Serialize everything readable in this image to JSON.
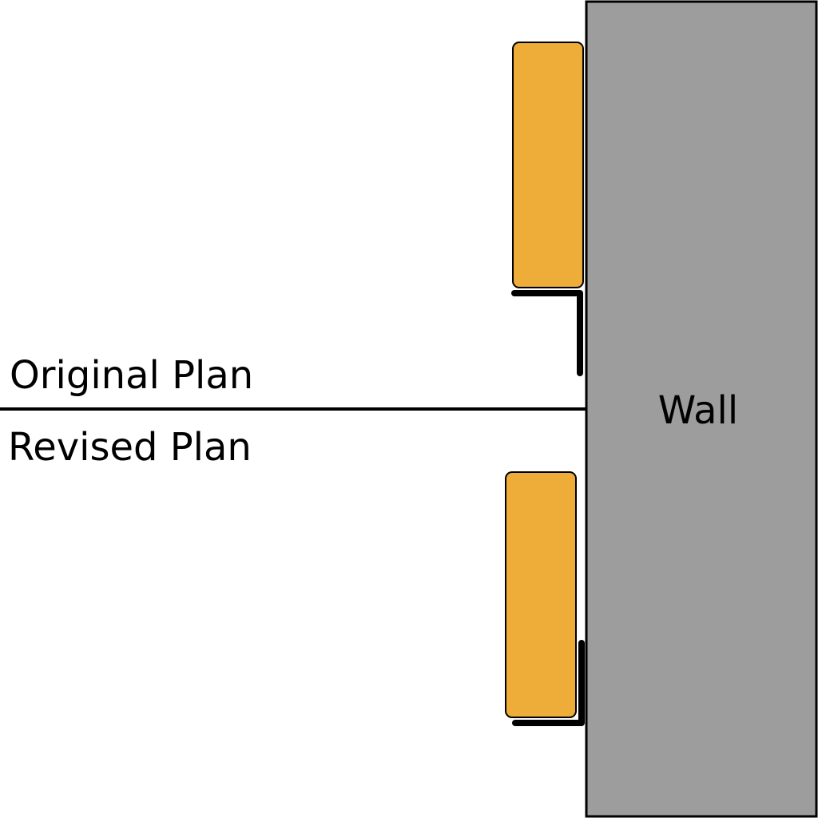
{
  "labels": {
    "original_plan": "Original Plan",
    "revised_plan": "Revised Plan",
    "wall": "Wall"
  },
  "colors": {
    "wall_fill": "#9d9d9d",
    "panel_fill": "#eeac38",
    "stroke": "#000000",
    "background": "#ffffff"
  }
}
